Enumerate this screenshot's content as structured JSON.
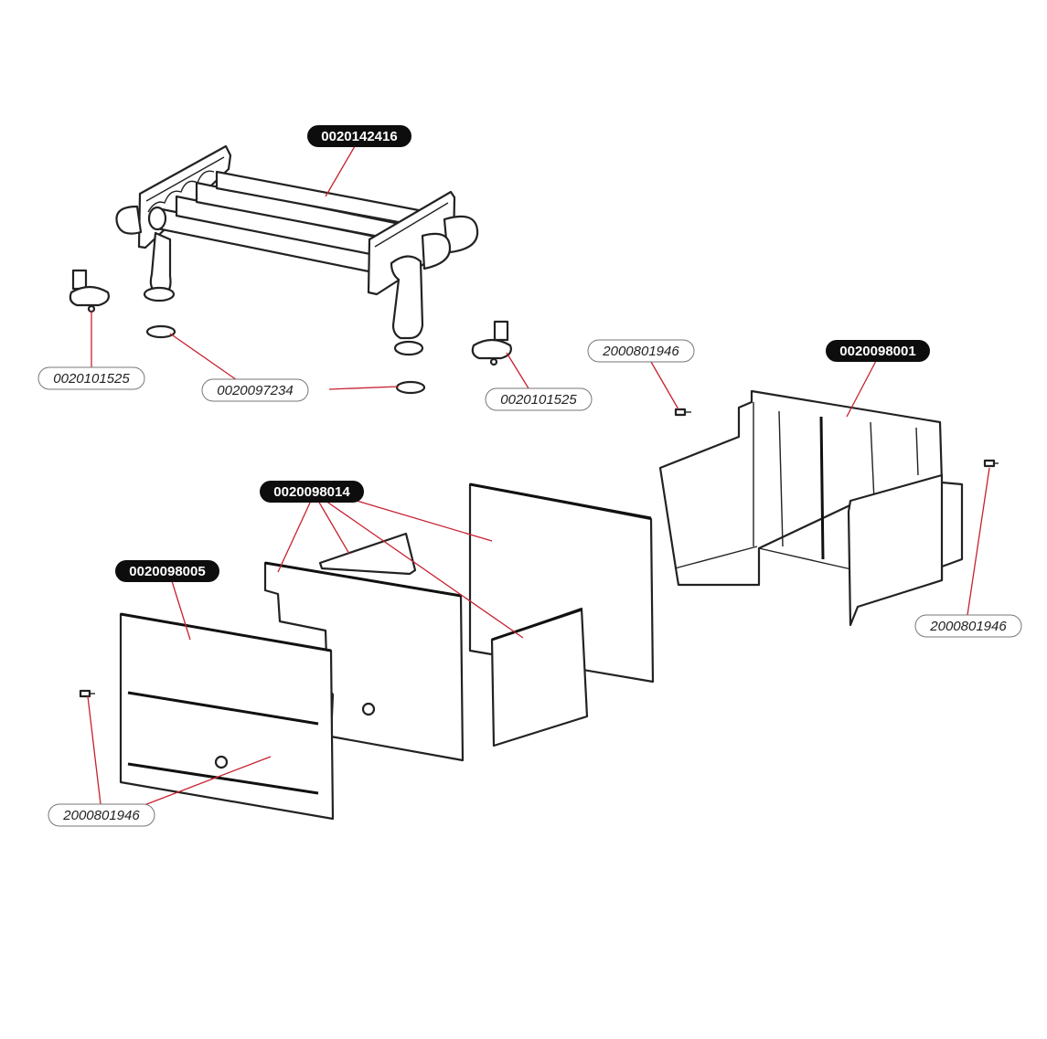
{
  "callouts": {
    "heat_exchanger": "0020142416",
    "clip_left": "0020101525",
    "clip_right": "0020101525",
    "gasket_seals": "0020097234",
    "screw_top": "2000801946",
    "rear_panel": "0020098001",
    "screw_right": "2000801946",
    "insulation_panels": "0020098014",
    "front_panel": "0020098005",
    "screw_front": "2000801946"
  }
}
